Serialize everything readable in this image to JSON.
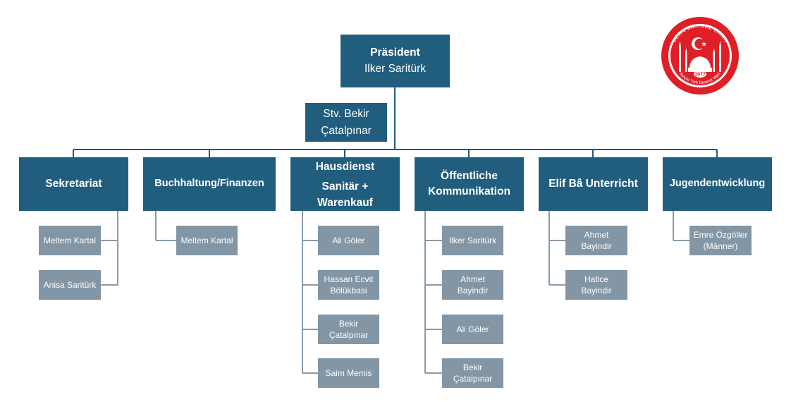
{
  "top": {
    "title": "Präsident",
    "name": "Ilker Saritürk"
  },
  "deputy": {
    "line1": "Stv. Bekir",
    "line2": "Çatalpınar"
  },
  "departments": [
    {
      "lines": [
        "Sekretariat"
      ],
      "members": [
        [
          "Meltem Kartal"
        ],
        [
          "Anisa Saritürk"
        ]
      ]
    },
    {
      "lines": [
        "Buchhaltung/Finanzen"
      ],
      "members": [
        [
          "Meltem Kartal"
        ]
      ]
    },
    {
      "lines": [
        "Hausdienst",
        "Sanitär +",
        "Warenkauf"
      ],
      "members": [
        [
          "Ali Göler"
        ],
        [
          "Hassan Ecvit",
          "Bölükbasi"
        ],
        [
          "Bekir",
          "Çatalpınar"
        ],
        [
          "Saim Memis"
        ]
      ]
    },
    {
      "lines": [
        "Öffentliche",
        "Kommunikation"
      ],
      "members": [
        [
          "Ilker Saritürk"
        ],
        [
          "Ahmet",
          "Bayindir"
        ],
        [
          "Ali Göler"
        ],
        [
          "Bekir",
          "Çatalpınar"
        ]
      ]
    },
    {
      "lines": [
        "Elif Bâ Unterricht"
      ],
      "members": [
        [
          "Ahmet",
          "Bayindir"
        ],
        [
          "Hatice",
          "Bayindir"
        ]
      ]
    },
    {
      "lines": [
        "Jugendentwicklung"
      ],
      "members": [
        [
          "Emre Özgöller",
          "(Männer)"
        ]
      ]
    }
  ],
  "logo": {
    "arc_text": "BERN MERKEZ CAMII",
    "year": "1977",
    "bottom_text": "İsviçre Türk Diyanet Vakfı",
    "colors": {
      "red": "#e01e26",
      "white": "#ffffff"
    }
  },
  "colors": {
    "dark_box": "#215e7d",
    "light_box": "#8296a6",
    "connector": "#1f5b79"
  }
}
